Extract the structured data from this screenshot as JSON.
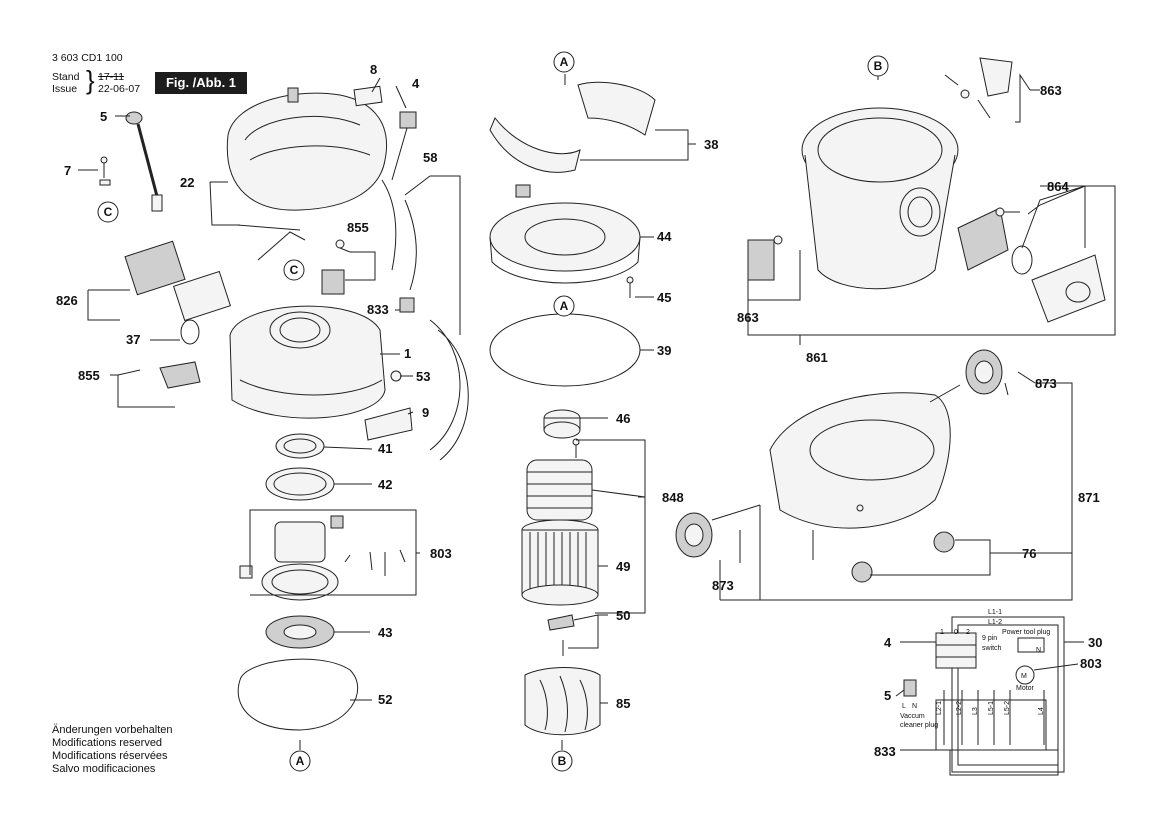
{
  "header": {
    "part_number": "3 603 CD1 100",
    "stand_label": "Stand",
    "stand_value": "17-11",
    "issue_label": "Issue",
    "issue_value": "22-06-07",
    "figure_label": "Fig. /Abb. 1"
  },
  "modifications": [
    "Änderungen vorbehalten",
    "Modifications reserved",
    "Modifications réservées",
    "Salvo modificaciones"
  ],
  "callouts": {
    "A": "A",
    "B": "B",
    "C": "C"
  },
  "part_labels": {
    "p8": "8",
    "p4": "4",
    "p5": "5",
    "p7": "7",
    "p22": "22",
    "p58": "58",
    "p855a": "855",
    "p833": "833",
    "p826": "826",
    "p37": "37",
    "p1": "1",
    "p855b": "855",
    "p53": "53",
    "p9": "9",
    "p41": "41",
    "p42": "42",
    "p803": "803",
    "p43": "43",
    "p52": "52",
    "p38": "38",
    "p44": "44",
    "p45": "45",
    "p39": "39",
    "p46": "46",
    "p848": "848",
    "p49": "49",
    "p50": "50",
    "p85": "85",
    "p863a": "863",
    "p864": "864",
    "p863b": "863",
    "p861": "861",
    "p873a": "873",
    "p871": "871",
    "p76": "76",
    "p873b": "873"
  },
  "wiring": {
    "l1_1": "L1-1",
    "l1_2": "L1-2",
    "power_tool_plug": "Power tool plug",
    "switch_label_1": "9 pin",
    "switch_label_2": "switch",
    "motor": "Motor",
    "motor_symbol": "M",
    "vacuum_plug_1": "Vaccum",
    "vacuum_plug_2": "cleaner plug",
    "l": "L",
    "n": "N",
    "n2": "N",
    "l2_1": "L2-1",
    "l2_2": "L2-2",
    "l3": "L3",
    "l5_1": "L5-1",
    "l5_2": "L5-2",
    "l4": "L4",
    "sw_1": "1",
    "sw_0": "0",
    "sw_2": "2",
    "label_4": "4",
    "label_5": "5",
    "label_30": "30",
    "label_803": "803",
    "label_833": "833"
  }
}
